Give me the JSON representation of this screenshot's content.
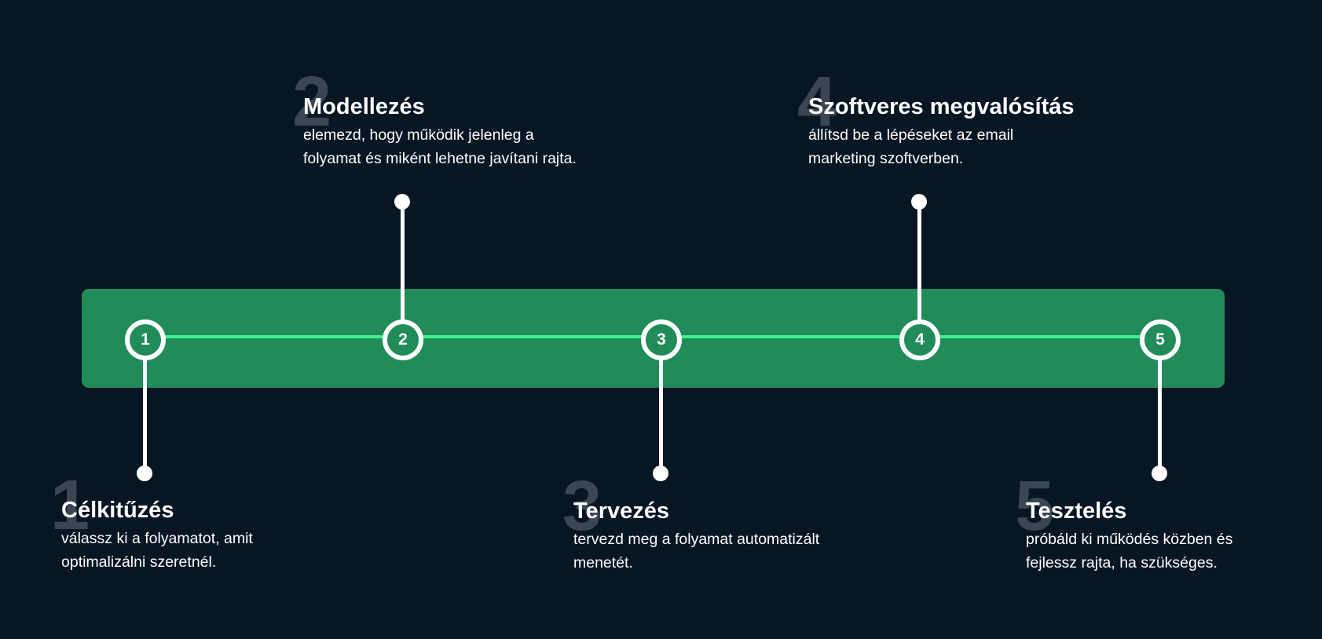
{
  "steps": [
    {
      "number": "1",
      "title": "Célkitűzés",
      "description": "válassz ki a folyamatot, amit\noptimalizálni szeretnél."
    },
    {
      "number": "2",
      "title": "Modellezés",
      "description": "elemezd, hogy működik jelenleg a\nfolyamat és miként lehetne javítani rajta."
    },
    {
      "number": "3",
      "title": "Tervezés",
      "description": "tervezd meg a folyamat automatizált\nmenetét."
    },
    {
      "number": "4",
      "title": "Szoftveres megvalósítás",
      "description": "állítsd be a lépéseket az email\nmarketing szoftverben."
    },
    {
      "number": "5",
      "title": "Tesztelés",
      "description": "próbáld ki működés közben és\nfejlessz rajta, ha szükséges."
    }
  ],
  "colors": {
    "background": "#081624",
    "band": "#218c5a",
    "track": "#3ff28d",
    "node_border": "#ffffff",
    "ghost_number": "#3a4652"
  }
}
